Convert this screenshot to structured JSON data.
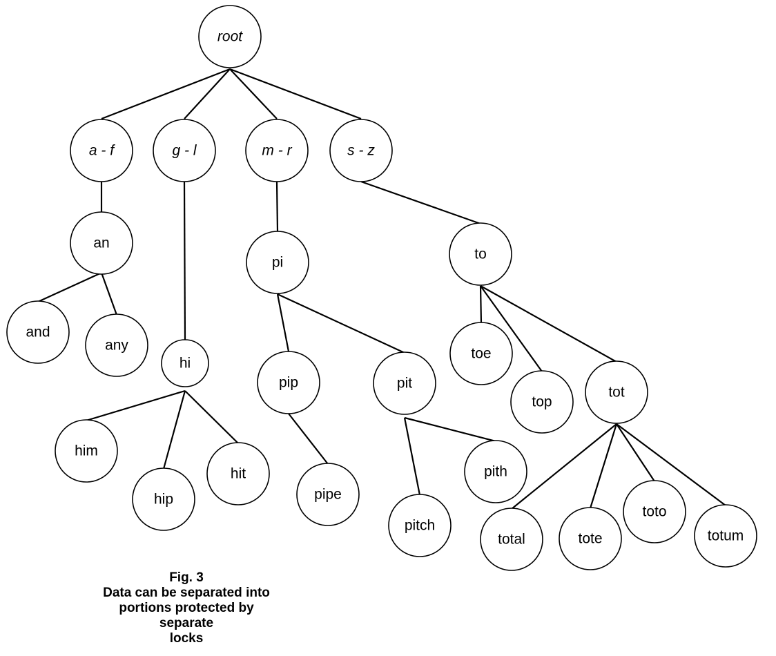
{
  "figure": {
    "nodes": [
      {
        "id": "root",
        "label": "root",
        "italic": true
      },
      {
        "id": "af",
        "label": "a - f",
        "italic": true
      },
      {
        "id": "gl",
        "label": "g - l",
        "italic": true
      },
      {
        "id": "mr",
        "label": "m - r",
        "italic": true
      },
      {
        "id": "sz",
        "label": "s - z",
        "italic": true
      },
      {
        "id": "an",
        "label": "an"
      },
      {
        "id": "and",
        "label": "and"
      },
      {
        "id": "any",
        "label": "any"
      },
      {
        "id": "hi",
        "label": "hi"
      },
      {
        "id": "him",
        "label": "him"
      },
      {
        "id": "hip",
        "label": "hip"
      },
      {
        "id": "hit",
        "label": "hit"
      },
      {
        "id": "pi",
        "label": "pi"
      },
      {
        "id": "pip",
        "label": "pip"
      },
      {
        "id": "pipe",
        "label": "pipe"
      },
      {
        "id": "pit",
        "label": "pit"
      },
      {
        "id": "pitch",
        "label": "pitch"
      },
      {
        "id": "pith",
        "label": "pith"
      },
      {
        "id": "to",
        "label": "to"
      },
      {
        "id": "toe",
        "label": "toe"
      },
      {
        "id": "top",
        "label": "top"
      },
      {
        "id": "tot",
        "label": "tot"
      },
      {
        "id": "total",
        "label": "total"
      },
      {
        "id": "tote",
        "label": "tote"
      },
      {
        "id": "toto",
        "label": "toto"
      },
      {
        "id": "totum",
        "label": "totum"
      }
    ],
    "edges": [
      [
        "root",
        "af"
      ],
      [
        "root",
        "gl"
      ],
      [
        "root",
        "mr"
      ],
      [
        "root",
        "sz"
      ],
      [
        "af",
        "an"
      ],
      [
        "an",
        "and"
      ],
      [
        "an",
        "any"
      ],
      [
        "gl",
        "hi"
      ],
      [
        "hi",
        "him"
      ],
      [
        "hi",
        "hip"
      ],
      [
        "hi",
        "hit"
      ],
      [
        "mr",
        "pi"
      ],
      [
        "pi",
        "pip"
      ],
      [
        "pi",
        "pit"
      ],
      [
        "pip",
        "pipe"
      ],
      [
        "pit",
        "pitch"
      ],
      [
        "pit",
        "pith"
      ],
      [
        "sz",
        "to"
      ],
      [
        "to",
        "toe"
      ],
      [
        "to",
        "top"
      ],
      [
        "to",
        "tot"
      ],
      [
        "tot",
        "total"
      ],
      [
        "tot",
        "tote"
      ],
      [
        "tot",
        "toto"
      ],
      [
        "tot",
        "totum"
      ]
    ],
    "caption": {
      "label": "Fig. 3",
      "lines": [
        "Data can be separated into",
        "portions protected by separate",
        "locks"
      ]
    }
  }
}
